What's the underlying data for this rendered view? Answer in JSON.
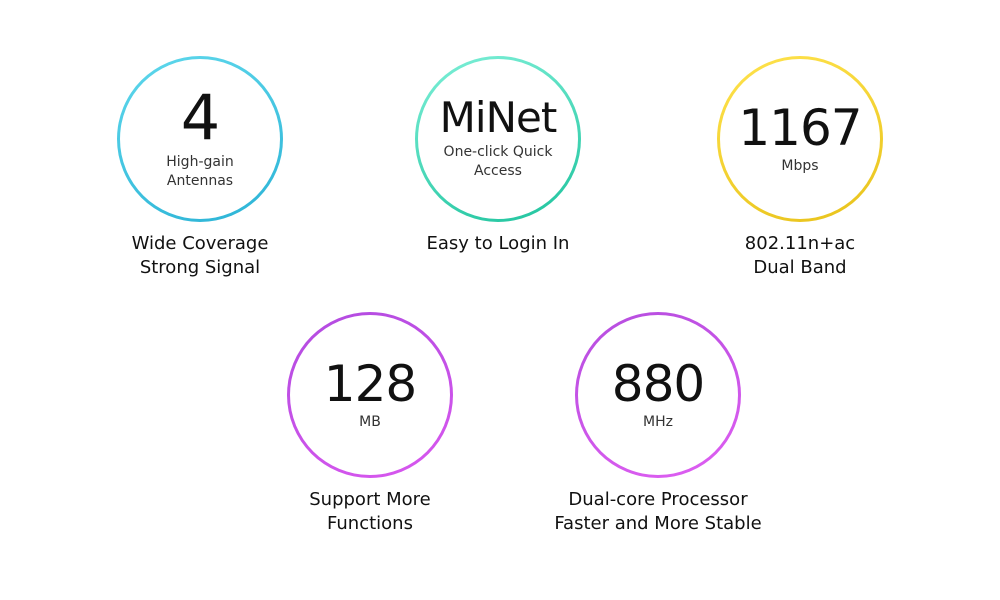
{
  "features": [
    {
      "value": "4",
      "unit": "High-gain\nAntennas",
      "caption": "Wide Coverage\nStrong Signal",
      "ring_color": "#2bb3d6"
    },
    {
      "value": "MiNet",
      "unit": "One-click Quick\nAccess",
      "caption": "Easy to Login In",
      "ring_color": "#1ec39d"
    },
    {
      "value": "1167",
      "unit": "Mbps",
      "caption": "802.11n+ac\nDual Band",
      "ring_color": "#e8c21a"
    },
    {
      "value": "128",
      "unit": "MB",
      "caption": "Support More\nFunctions",
      "ring_color": "#c24fe6"
    },
    {
      "value": "880",
      "unit": "MHz",
      "caption": "Dual-core Processor\nFaster and More Stable",
      "ring_color": "#c24fe6"
    }
  ]
}
